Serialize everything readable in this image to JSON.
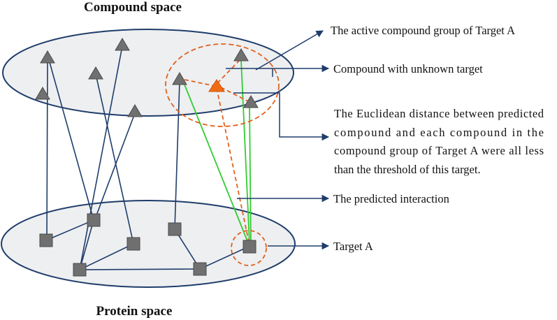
{
  "titles": {
    "compound_space": "Compound space",
    "protein_space": "Protein space"
  },
  "annotations": {
    "active_group": "The active compound group of Target A",
    "unknown_compound": "Compound with unknown target",
    "euclidean": [
      "The Euclidean distance between predicted",
      "compound and each compound in the",
      "compound group of Target A were all less",
      "than the threshold of  this target."
    ],
    "predicted_interaction": "The predicted interaction",
    "target_a": "Target A"
  },
  "colors": {
    "plane_fill": "#eeeff1",
    "plane_stroke": "#1f3d6b",
    "node_fill": "#707070",
    "node_stroke": "#4a4a4a",
    "edge": "#1f3d6b",
    "predicted_green": "#33cc33",
    "dashed_orange": "#e0621c",
    "query_compound": "#f26b12",
    "annotation_arrow": "#1f3d6b"
  }
}
